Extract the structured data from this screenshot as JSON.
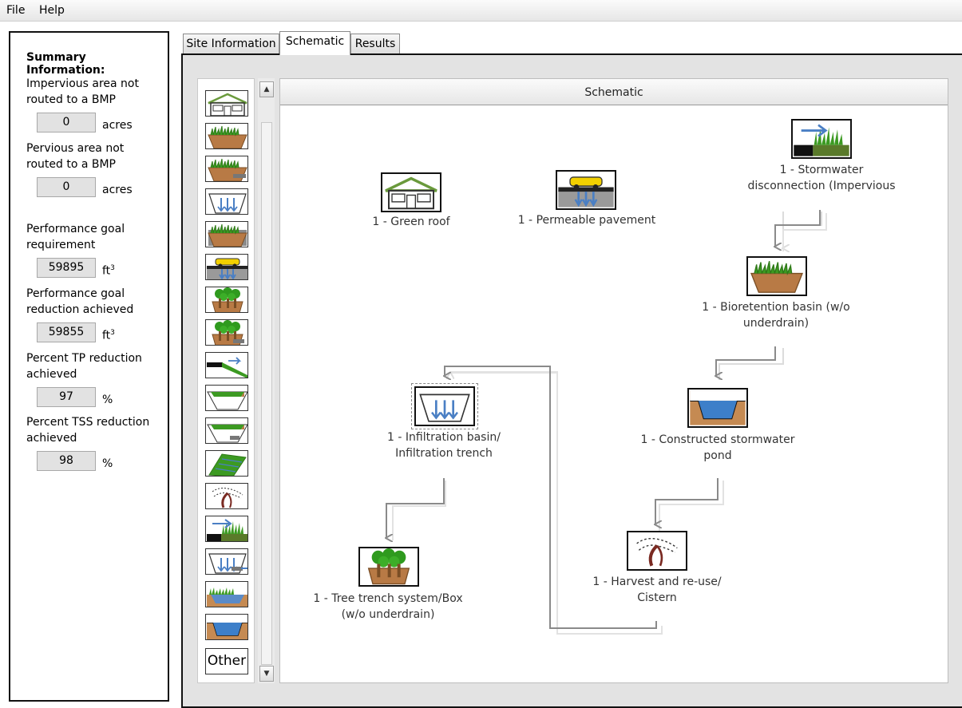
{
  "menu": {
    "items": [
      "File",
      "Help"
    ]
  },
  "summary": {
    "title": "Summary Information:",
    "impervious": {
      "label": "Impervious area not routed to a BMP",
      "value": "0",
      "unit": "acres"
    },
    "pervious": {
      "label": "Pervious area not routed to a BMP",
      "value": "0",
      "unit": "acres"
    },
    "goal_requirement": {
      "label": "Performance goal requirement",
      "value": "59895",
      "unit": "ft",
      "unit_sup": "3"
    },
    "goal_achieved": {
      "label": "Performance goal reduction achieved",
      "value": "59855",
      "unit": "ft",
      "unit_sup": "3"
    },
    "tp": {
      "label": "Percent TP reduction achieved",
      "value": "97",
      "unit": "%"
    },
    "tss": {
      "label": "Percent TSS reduction achieved",
      "value": "98",
      "unit": "%"
    }
  },
  "tabs": [
    {
      "label": "Site Information",
      "active": false
    },
    {
      "label": "Schematic",
      "active": true
    },
    {
      "label": "Results",
      "active": false
    }
  ],
  "palette": {
    "items": [
      "green-roof-icon",
      "bioretention-icon",
      "bioretention-underdrain-icon",
      "infiltration-icon",
      "tree-box-bio-icon",
      "permeable-pavement-icon",
      "tree-trench-icon",
      "tree-trench-underdrain-icon",
      "disconnection-icon",
      "swale-icon",
      "swale-underdrain-icon",
      "filter-strip-icon",
      "harvest-icon",
      "stormwater-disconnection-icon",
      "infiltration-underdrain-icon",
      "wet-swale-icon",
      "pond-icon"
    ],
    "other_label": "Other"
  },
  "canvas": {
    "header": "Schematic",
    "nodes": {
      "green_roof": "1 - Green roof",
      "permeable_pavement": "1 - Permeable pavement",
      "disconnection": "1 - Stormwater\ndisconnection (Impervious",
      "bioretention": "1 - Bioretention basin (w/o\nunderdrain)",
      "infiltration": "1 - Infiltration basin/\nInfiltration trench",
      "pond": "1 - Constructed stormwater\npond",
      "tree_trench": "1 - Tree trench system/Box\n(w/o underdrain)",
      "cistern": "1 - Harvest and re-use/\nCistern"
    }
  },
  "colors": {
    "grass": "#3c9a22",
    "soil": "#b87a45",
    "water": "#4a7fc4",
    "roof": "#6a9a3c",
    "connector": "#8a8a8a"
  }
}
